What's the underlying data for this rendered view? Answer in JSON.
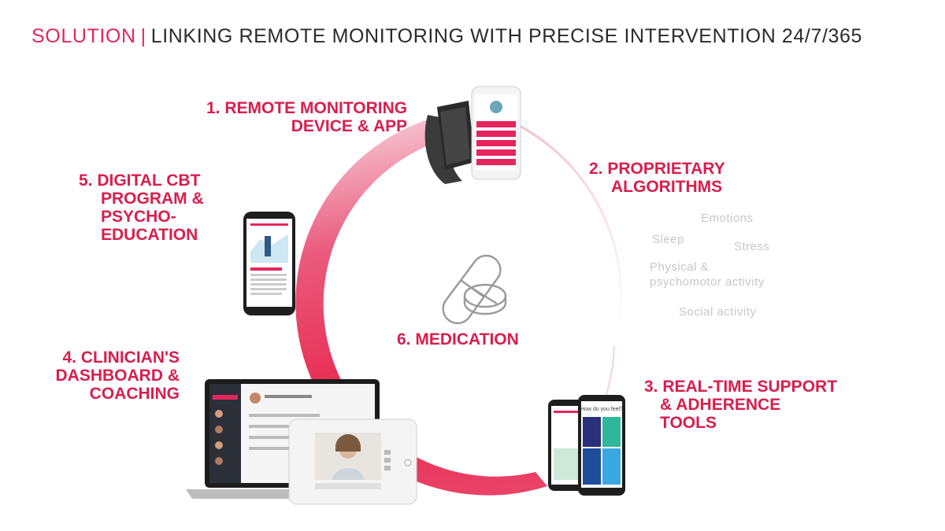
{
  "title": {
    "highlight": "SOLUTION",
    "separator": "|",
    "rest": "LINKING REMOTE MONITORING WITH PRECISE INTERVENTION 24/7/365"
  },
  "steps": {
    "s1": [
      "1. REMOTE MONITORING",
      "DEVICE & APP"
    ],
    "s2": [
      "2. PROPRIETARY",
      "ALGORITHMS"
    ],
    "s3": [
      "3. REAL-TIME SUPPORT",
      "& ADHERENCE",
      "TOOLS"
    ],
    "s4": [
      "4. CLINICIAN'S",
      "DASHBOARD &",
      "COACHING"
    ],
    "s5": [
      "5. DIGITAL CBT",
      "PROGRAM &",
      "PSYCHO-",
      "EDUCATION"
    ],
    "s6": "6. MEDICATION"
  },
  "algorithm_keywords": {
    "emotions": "Emotions",
    "sleep": "Sleep",
    "stress": "Stress",
    "physical": [
      "Physical &",
      "psychomotor activity"
    ],
    "social": "Social activity"
  },
  "devices": {
    "wearable": {
      "icon": "wristband-and-phone-icon"
    },
    "cbt_phone": {
      "icon": "smartphone-cbt-icon"
    },
    "dashboard": {
      "icon": "laptop-dashboard-icon"
    },
    "tablet": {
      "icon": "tablet-video-call-icon"
    },
    "support_phones": {
      "icon": "smartphones-mood-icon",
      "question": "How do you feel?"
    }
  },
  "center_icon": "pill-icon",
  "colors": {
    "accent": "#e5255d",
    "label": "#d81e4d",
    "text": "#2b2b2b",
    "keyword": "#c7c7c7"
  }
}
